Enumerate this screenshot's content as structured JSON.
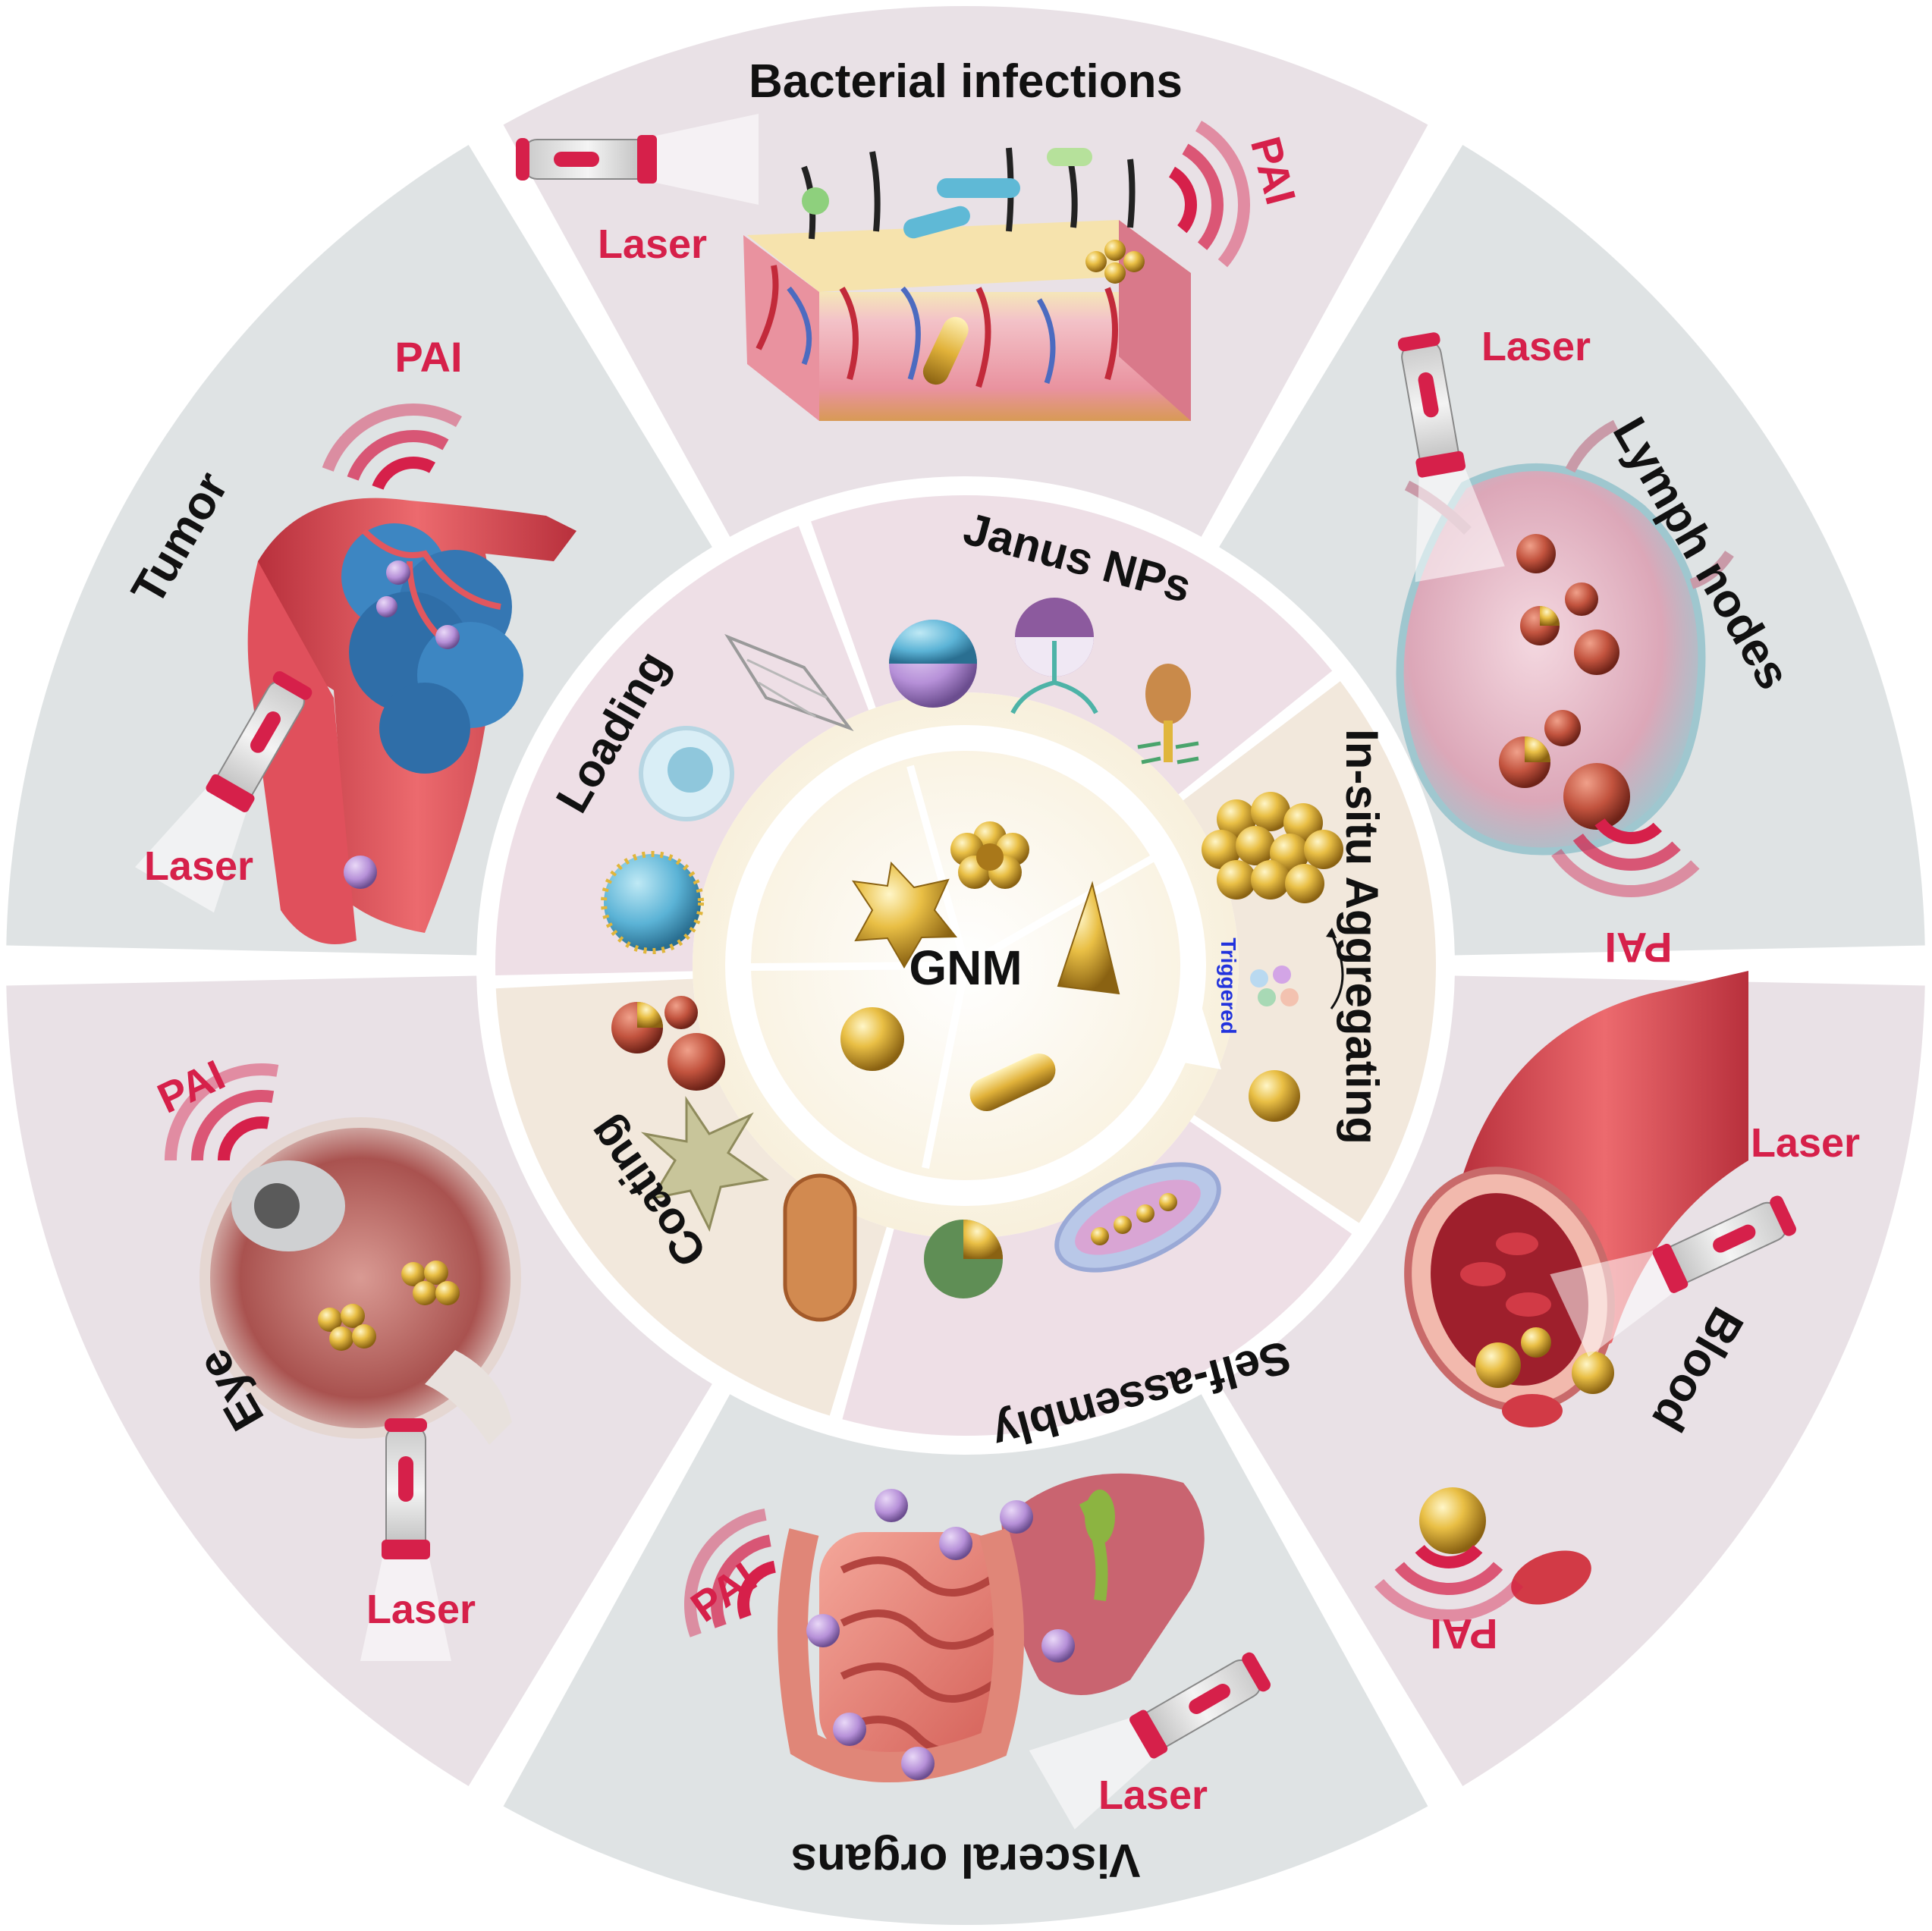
{
  "colors": {
    "outer_ring": "#dfe3e4",
    "outer_ring_alt": "#e9e1e6",
    "middle_ring": "#eedfe6",
    "middle_ring_alt": "#f2e8dc",
    "core": "#fbf4e4",
    "accent": "#d6204a",
    "triggered": "#2233dd",
    "gold": "#e0b63c",
    "vessel": "#e5505a",
    "tumor": "#3d86c2"
  },
  "center": {
    "label": "GNM"
  },
  "triggered_label": "Triggered",
  "methods": [
    {
      "id": "janus",
      "label": "Janus NPs"
    },
    {
      "id": "insitu",
      "label": "In-situ Aggregating"
    },
    {
      "id": "selfassembly",
      "label": "Self-assembly"
    },
    {
      "id": "coating",
      "label": "Coating"
    },
    {
      "id": "loading",
      "label": "Loading"
    }
  ],
  "applications": [
    {
      "id": "bacterial",
      "label": "Bacterial infections"
    },
    {
      "id": "lymph",
      "label": "Lymph nodes"
    },
    {
      "id": "blood",
      "label": "Blood"
    },
    {
      "id": "visceral",
      "label": "Visceral organs"
    },
    {
      "id": "eye",
      "label": "Eye"
    },
    {
      "id": "tumor",
      "label": "Tumor"
    }
  ],
  "laser_label": "Laser",
  "pai_label": "PAI"
}
